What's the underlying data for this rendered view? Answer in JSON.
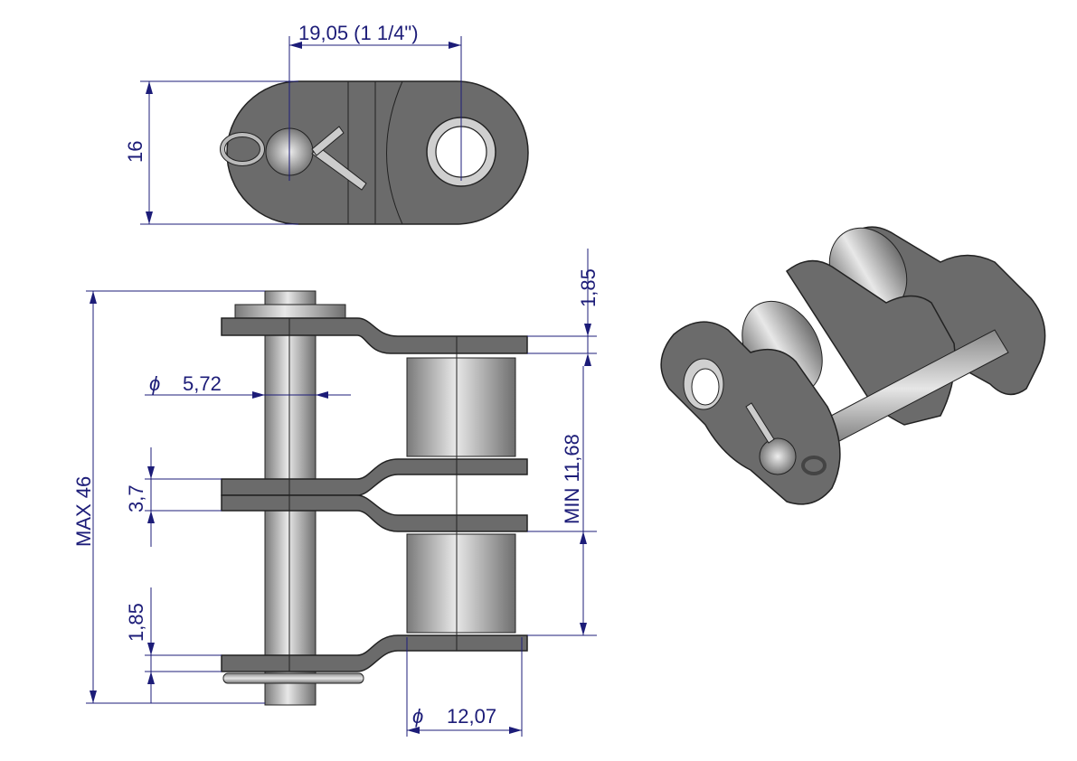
{
  "title": "Offset chain link 1 1/4\" technical drawing",
  "dimensions": {
    "pitch": "19,05  (1 1/4\")",
    "plate_height": "16",
    "plate_thickness_top": "1,85",
    "pin_diameter_symbol": "ϕ",
    "pin_diameter": "5,72",
    "inner_width": "MIN  11,68",
    "middle_plates": "3,7",
    "overall_width": "MAX  46",
    "plate_thickness_bottom": "1,85",
    "roller_diameter_symbol": "ϕ",
    "roller_diameter": "12,07"
  },
  "colors": {
    "dimension": "#1c1c78",
    "plate": "#6b6b6b",
    "pin": "#b8b8b8"
  }
}
